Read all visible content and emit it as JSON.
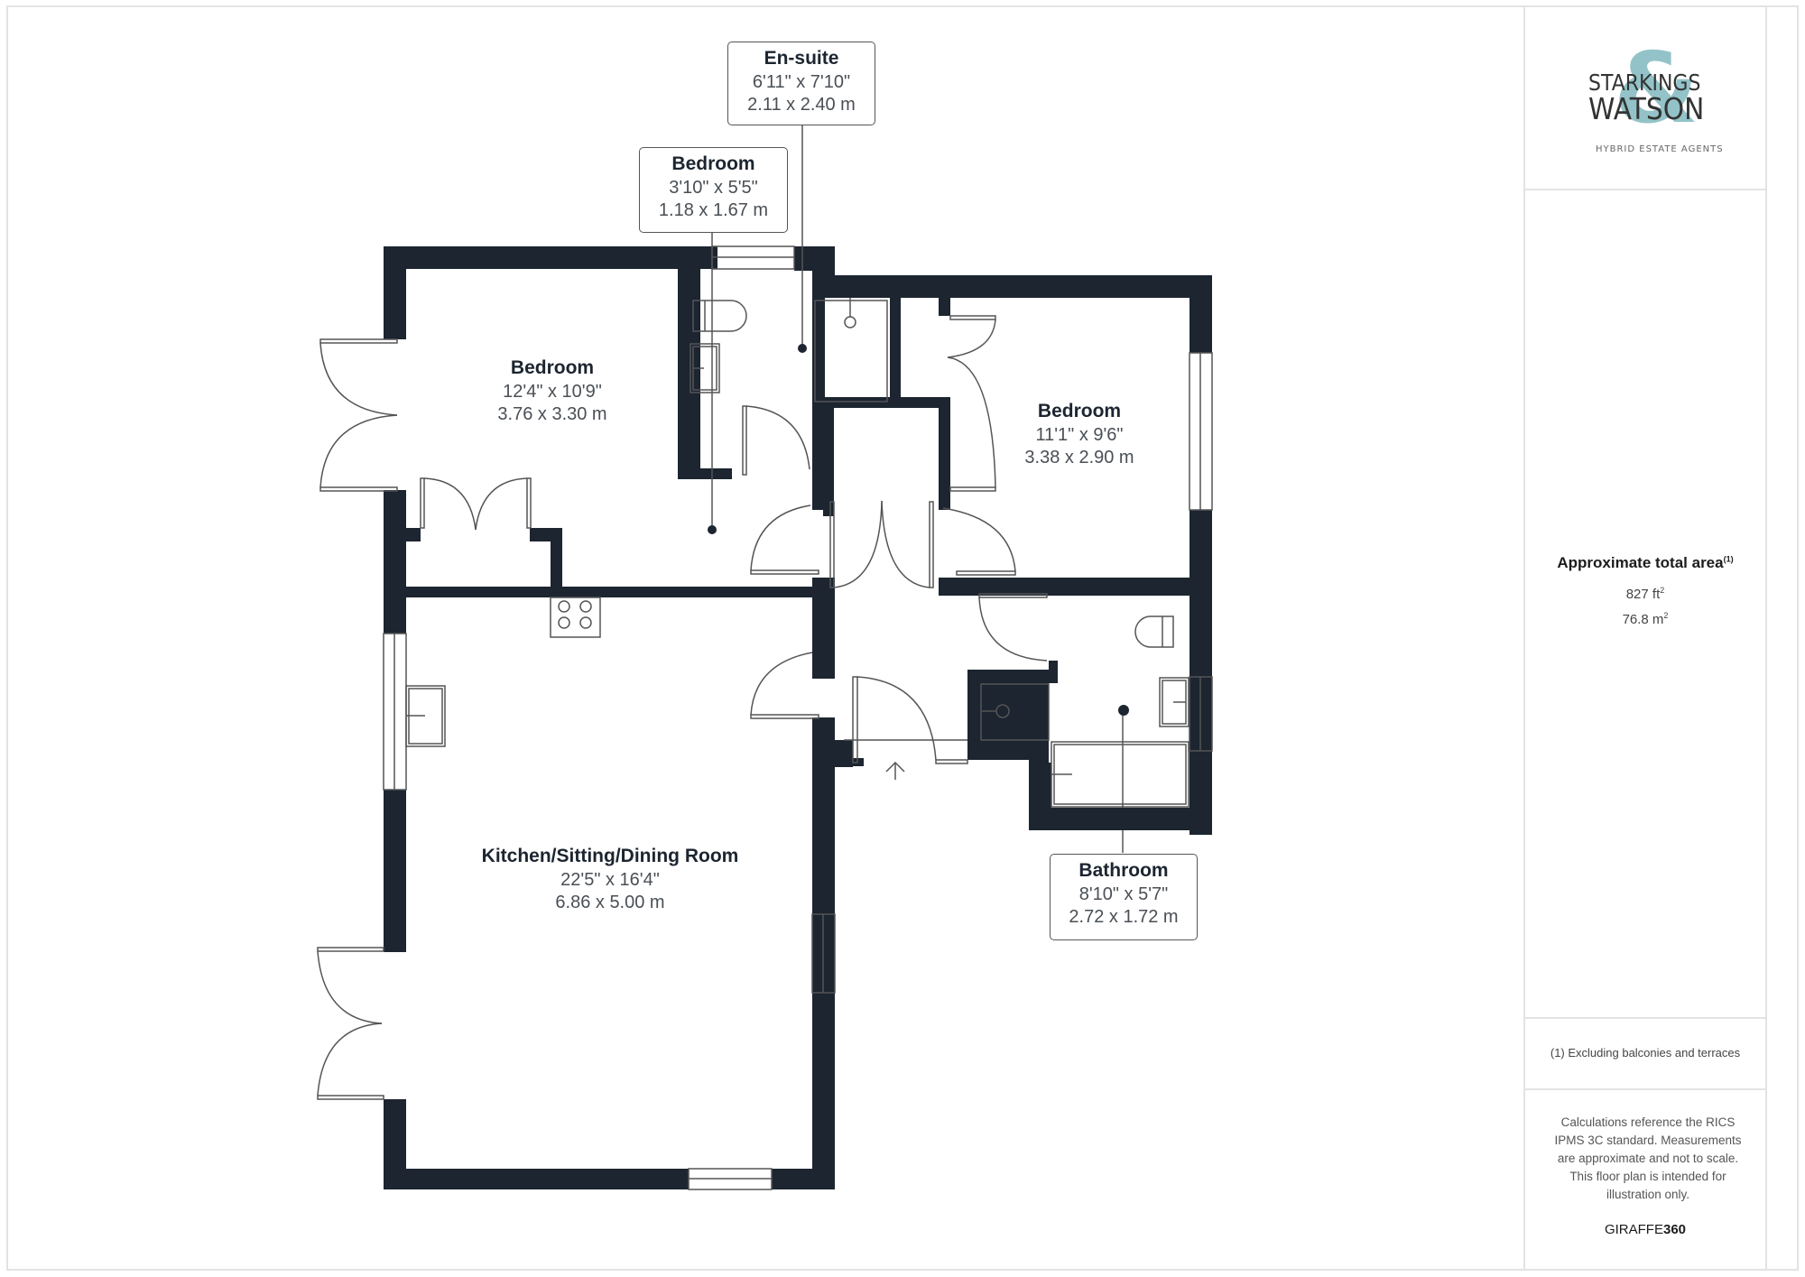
{
  "brand": {
    "name_line1": "STARKINGS",
    "name_line2": "WATSON",
    "ampersand": "&",
    "tagline": "HYBRID ESTATE AGENTS",
    "accent_color": "#93c3c8",
    "text_color": "#333333"
  },
  "summary": {
    "title": "Approximate total area",
    "title_note": "(1)",
    "area_sqft": "827 ft",
    "area_sqft_unit_sup": "2",
    "area_sqm": "76.8 m",
    "area_sqm_unit_sup": "2"
  },
  "footnote": "(1) Excluding balconies and terraces",
  "disclaimer": "Calculations reference the RICS IPMS 3C standard. Measurements are approximate and not to scale. This floor plan is intended for illustration only.",
  "credit": {
    "prefix": "GIRAFFE",
    "suffix": "360"
  },
  "colors": {
    "wall": "#1c2530",
    "line": "#555555",
    "frame": "#e3e3e3"
  },
  "rooms": [
    {
      "id": "bedroom-1",
      "name": "Bedroom",
      "imperial": "12'4\" x 10'9\"",
      "metric": "3.76 x 3.30 m"
    },
    {
      "id": "bedroom-2",
      "name": "Bedroom",
      "imperial": "11'1\" x 9'6\"",
      "metric": "3.38 x 2.90 m"
    },
    {
      "id": "kitchen",
      "name": "Kitchen/Sitting/Dining Room",
      "imperial": "22'5\" x 16'4\"",
      "metric": "6.86 x 5.00 m"
    },
    {
      "id": "en-suite",
      "name": "En-suite",
      "imperial": "6'11\" x 7'10\"",
      "metric": "2.11 x 2.40 m"
    },
    {
      "id": "bedroom-3",
      "name": "Bedroom",
      "imperial": "3'10\" x 5'5\"",
      "metric": "1.18 x 1.67 m"
    },
    {
      "id": "bathroom",
      "name": "Bathroom",
      "imperial": "8'10\" x 5'7\"",
      "metric": "2.72 x 1.72 m"
    }
  ]
}
